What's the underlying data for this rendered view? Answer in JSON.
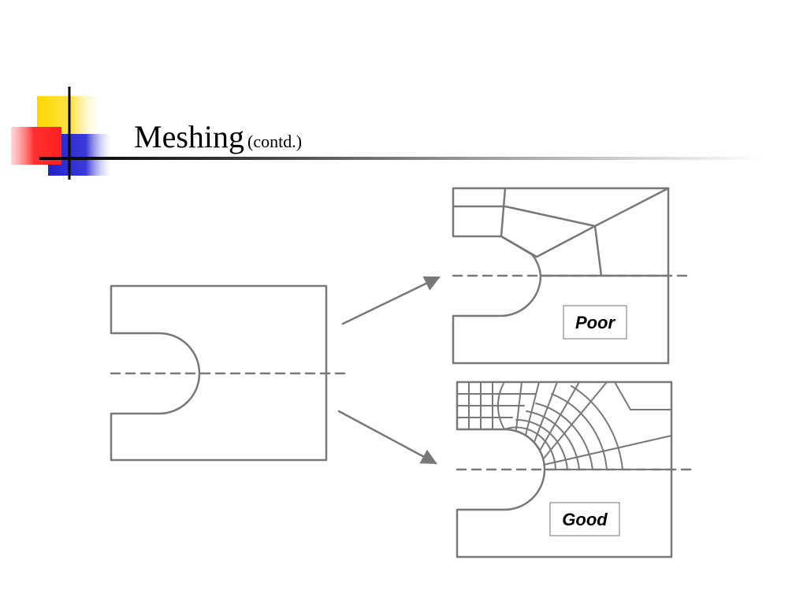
{
  "slide": {
    "title": "Meshing",
    "subtitle": "(contd.)"
  },
  "diagram": {
    "poor_label": "Poor",
    "good_label": "Good"
  },
  "colors": {
    "line": "#787878",
    "accent_yellow": "#FFD700",
    "accent_red": "#FF2A2A",
    "accent_blue": "#2A2AD2"
  }
}
